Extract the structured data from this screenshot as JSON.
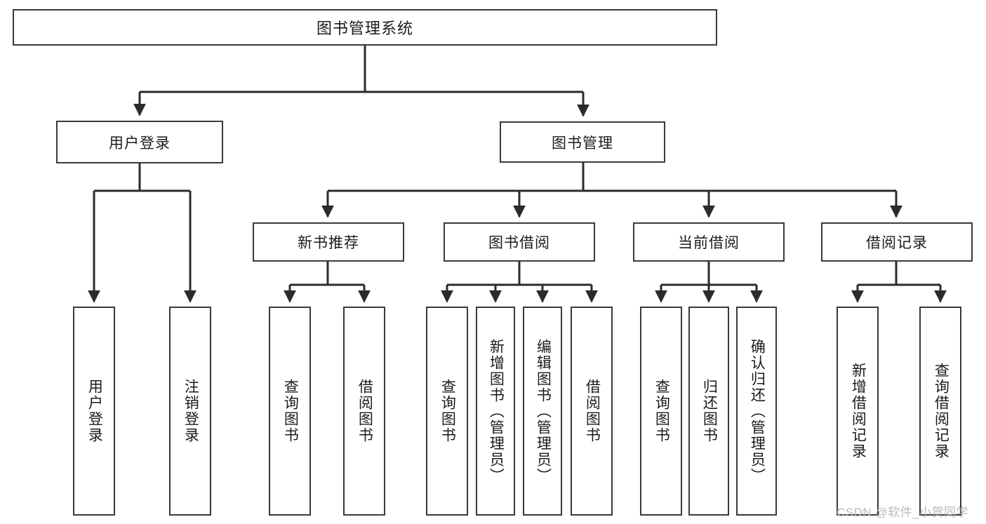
{
  "diagram": {
    "type": "hierarchy-tree",
    "title": "图书管理系统",
    "watermark": "CSDN @软件_小贺同学",
    "colors": {
      "box_border": "#3a3a3a",
      "box_fill": "#ffffff",
      "edge": "#2b2b2b",
      "text": "#1b1b1b",
      "watermark": "#b9b9b9",
      "background": "#ffffff"
    },
    "nodes": {
      "root": {
        "label": "图书管理系统",
        "level": 0
      },
      "l1": [
        {
          "id": "user-login",
          "label": "用户登录"
        },
        {
          "id": "book-manage",
          "label": "图书管理"
        }
      ],
      "l2": [
        {
          "id": "new-book-rec",
          "label": "新书推荐",
          "parent": "book-manage"
        },
        {
          "id": "book-borrow",
          "label": "图书借阅",
          "parent": "book-manage"
        },
        {
          "id": "current-borrow",
          "label": "当前借阅",
          "parent": "book-manage"
        },
        {
          "id": "borrow-record",
          "label": "借阅记录",
          "parent": "book-manage"
        }
      ],
      "leaves": [
        {
          "id": "leaf-user-login",
          "label": "用户登录",
          "parent": "user-login"
        },
        {
          "id": "leaf-logout-login",
          "label": "注销登录",
          "parent": "user-login"
        },
        {
          "id": "leaf-query-book-1",
          "label": "查询图书",
          "parent": "new-book-rec"
        },
        {
          "id": "leaf-borrow-book-1",
          "label": "借阅图书",
          "parent": "new-book-rec"
        },
        {
          "id": "leaf-query-book-2",
          "label": "查询图书",
          "parent": "book-borrow"
        },
        {
          "id": "leaf-add-book",
          "label": "新增图书（管理员）",
          "parent": "book-borrow"
        },
        {
          "id": "leaf-edit-book",
          "label": "编辑图书（管理员）",
          "parent": "book-borrow"
        },
        {
          "id": "leaf-borrow-book-2",
          "label": "借阅图书",
          "parent": "book-borrow"
        },
        {
          "id": "leaf-query-book-3",
          "label": "查询图书",
          "parent": "current-borrow"
        },
        {
          "id": "leaf-return-book",
          "label": "归还图书",
          "parent": "current-borrow"
        },
        {
          "id": "leaf-confirm-return",
          "label": "确认归还（管理员）",
          "parent": "current-borrow"
        },
        {
          "id": "leaf-add-record",
          "label": "新增借阅记录",
          "parent": "borrow-record"
        },
        {
          "id": "leaf-query-record",
          "label": "查询借阅记录",
          "parent": "borrow-record"
        }
      ]
    }
  }
}
